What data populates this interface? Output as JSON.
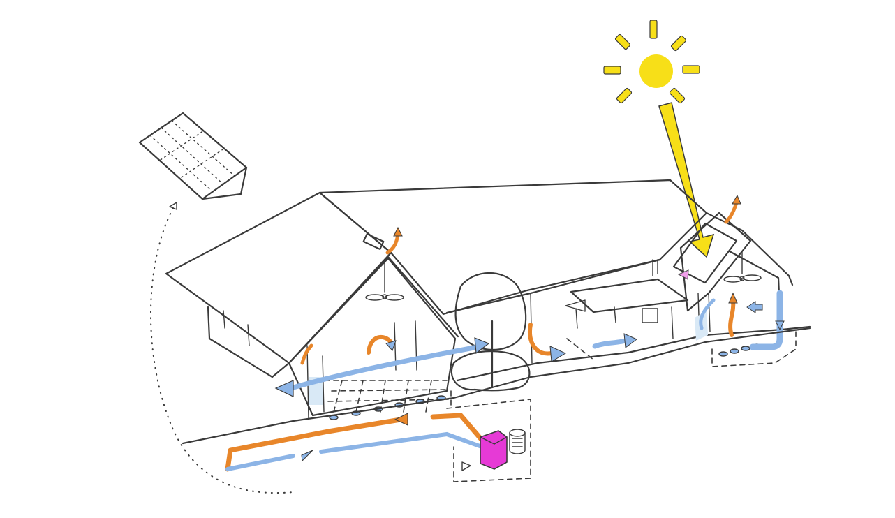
{
  "colors": {
    "roof": "#e4e3e1",
    "ink": "#3a3a3a",
    "sun": "#f7df18",
    "solar_panel": "#6bb0f2",
    "solar_thermal": "#f2a0ec",
    "heat_pump": "#e63ad6",
    "tree": "#7ed957",
    "warm_air": "#e8862a",
    "cool_air": "#8cb4e6",
    "glass": "#d9e9f6"
  },
  "elements": {
    "sun": "sun-icon",
    "sun_ray": "sunlight-beam-arrow",
    "pv_panel": "photovoltaic-panel",
    "house_left": "house-left-gable",
    "house_middle": "house-middle-section",
    "house_right": "house-right-gable",
    "tree": "tree-icon",
    "heat_pump": "ground-source-heat-pump",
    "hot_water_tank": "hot-water-tank-icon",
    "ground_loop": "ground-loop-pipe"
  }
}
